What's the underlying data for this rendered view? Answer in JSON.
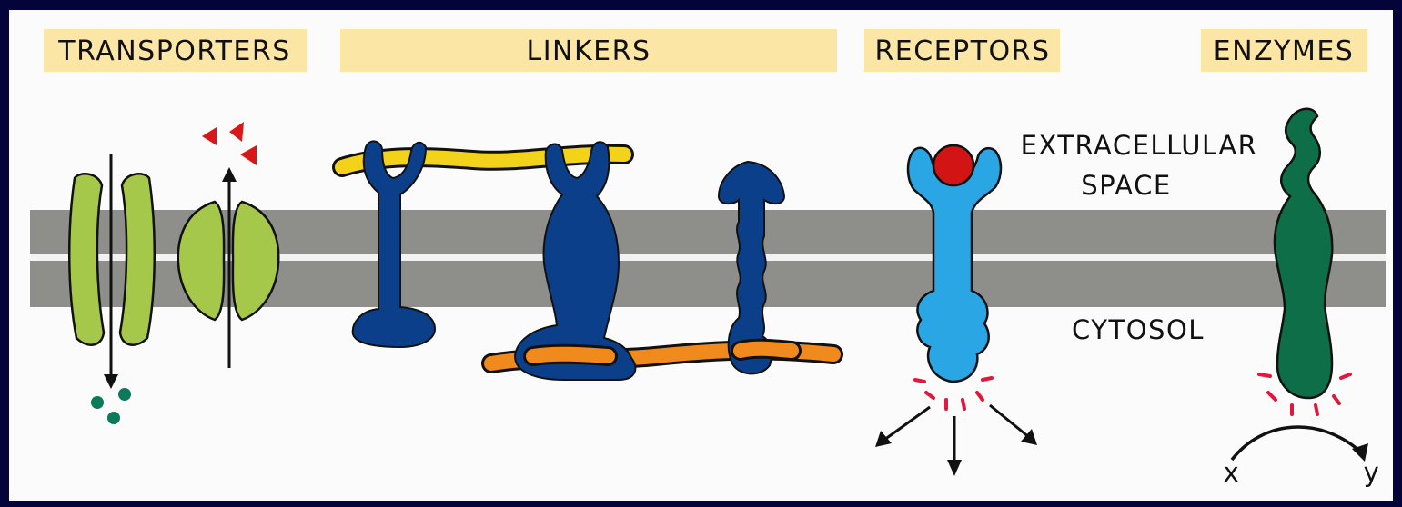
{
  "categories": {
    "transporters": "TRANSPORTERS",
    "linkers": "LINKERS",
    "receptors": "RECEPTORS",
    "enzymes": "ENZYMES"
  },
  "regions": {
    "extracellular_line1": "EXTRACELLULAR",
    "extracellular_line2": "SPACE",
    "cytosol": "CYTOSOL"
  },
  "reaction": {
    "substrate": "x",
    "product": "y"
  },
  "colors": {
    "frame": "#04043a",
    "panel": "#fbfbfb",
    "category_band": "#fbe6a6",
    "membrane": "#8e8e8a",
    "membrane_gap": "#f2f2f2",
    "transporter": "#a6c84a",
    "linker": "#0b3f8a",
    "linker_fiber_top": "#f3d21a",
    "linker_fiber_bottom": "#f08a1c",
    "receptor": "#29a6e3",
    "ligand": "#d31414",
    "enzyme": "#0d6e47",
    "signal_marks": "#e0183c",
    "solute_out": "#0a7a5a",
    "solute_in": "#d81818"
  }
}
